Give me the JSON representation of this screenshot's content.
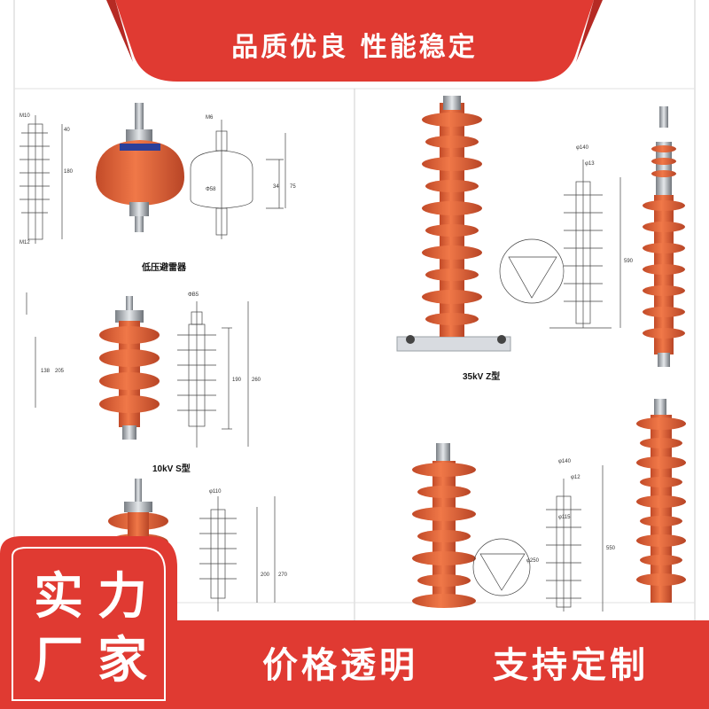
{
  "banner": {
    "title": "品质优良 性能稳定"
  },
  "captions": {
    "low_voltage": "低压避雷器",
    "s10kv": "10kV S型",
    "z35kv": "35kV Z型"
  },
  "badge": {
    "line1_a": "实",
    "line1_b": "力",
    "line2_a": "厂",
    "line2_b": "家"
  },
  "slogans": {
    "left": "价格透明",
    "right": "支持定制"
  },
  "drawing_labels": {
    "m10": "M10",
    "m12": "M12",
    "d40": "40",
    "d180": "180",
    "m6": "M6",
    "phi58": "Φ58",
    "d34": "34",
    "d75": "75",
    "phi85": "ΦB5",
    "d138": "138",
    "d205": "205",
    "d190": "190",
    "d260": "260",
    "phi140": "φ140",
    "phi13": "φ13",
    "d590": "590",
    "phi110": "φ110",
    "d200": "200",
    "d270": "270",
    "phi140b": "φ140",
    "phi12": "φ12",
    "phi115": "φ115",
    "d550": "550",
    "phi250": "φ250"
  },
  "colors": {
    "brand_red": "#e03a32",
    "insulator": "#e8623a",
    "insulator_dark": "#c24a28",
    "metal": "#9aa0a6"
  }
}
